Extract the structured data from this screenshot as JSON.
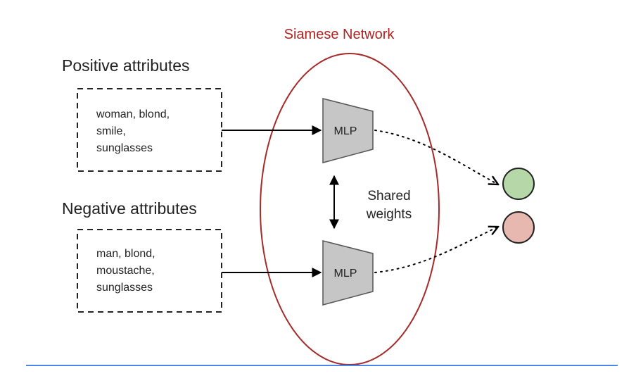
{
  "title": "Siamese Network",
  "positive": {
    "heading": "Positive attributes",
    "lines": [
      "woman, blond,",
      "smile,",
      "sunglasses"
    ]
  },
  "negative": {
    "heading": "Negative attributes",
    "lines": [
      "man, blond,",
      "moustache,",
      "sunglasses"
    ]
  },
  "mlp_top": "MLP",
  "mlp_bottom": "MLP",
  "shared": {
    "line1": "Shared",
    "line2": "weights"
  },
  "colors": {
    "ellipse": "#a52a2a",
    "title": "#b22222",
    "mlp_fill": "#c6c6c6",
    "node_positive": "#b6d7a8",
    "node_negative": "#e6b8af",
    "rule": "#4a86e8"
  }
}
